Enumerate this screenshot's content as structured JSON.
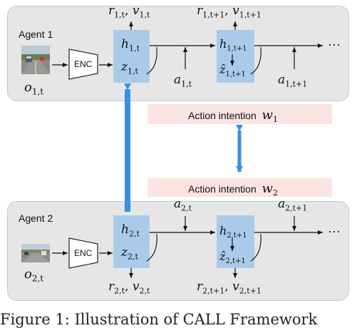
{
  "agent1": {
    "label": "Agent 1",
    "encoder": "ENC",
    "observation": "o",
    "observation_sub": "1,t",
    "state_t": {
      "h": "h",
      "h_sub": "1,t",
      "z": "z",
      "z_sub": "1,t"
    },
    "state_t1": {
      "h": "h",
      "h_sub": "1,t+1",
      "z": "ẑ",
      "z_sub": "1,t+1"
    },
    "outputs_t": {
      "r": "r",
      "r_sub": "1,t",
      "v": "v",
      "v_sub": "1,t"
    },
    "outputs_t1": {
      "r": "r",
      "r_sub": "1,t+1",
      "v": "v",
      "v_sub": "1,t+1"
    },
    "actions": [
      {
        "a": "a",
        "sub": "1,t"
      },
      {
        "a": "a",
        "sub": "1,t+1"
      }
    ]
  },
  "agent2": {
    "label": "Agent 2",
    "encoder": "ENC",
    "observation": "o",
    "observation_sub": "2,t",
    "state_t": {
      "h": "h",
      "h_sub": "2,t",
      "z": "z",
      "z_sub": "2,t"
    },
    "state_t1": {
      "h": "h",
      "h_sub": "2,t+1",
      "z": "ẑ",
      "z_sub": "2,t+1"
    },
    "outputs_t": {
      "r": "r",
      "r_sub": "2,t",
      "v": "v",
      "v_sub": "2,t"
    },
    "outputs_t1": {
      "r": "r",
      "r_sub": "2,t+1",
      "v": "v",
      "v_sub": "2,t+1"
    },
    "actions": [
      {
        "a": "a",
        "sub": "2,t"
      },
      {
        "a": "a",
        "sub": "2,t+1"
      }
    ]
  },
  "intentions": [
    {
      "text": "Action intention",
      "w": "w",
      "sub": "1"
    },
    {
      "text": "Action intention",
      "w": "w",
      "sub": "2"
    }
  ],
  "ellipsis": "···",
  "caption": "Figure 1: Illustration of CALL Framework",
  "colors": {
    "panel": "#e6e6e6",
    "block": "#a9cbe9",
    "intention": "#fbe4e1",
    "comm_arrow": "#3a8ee6"
  }
}
